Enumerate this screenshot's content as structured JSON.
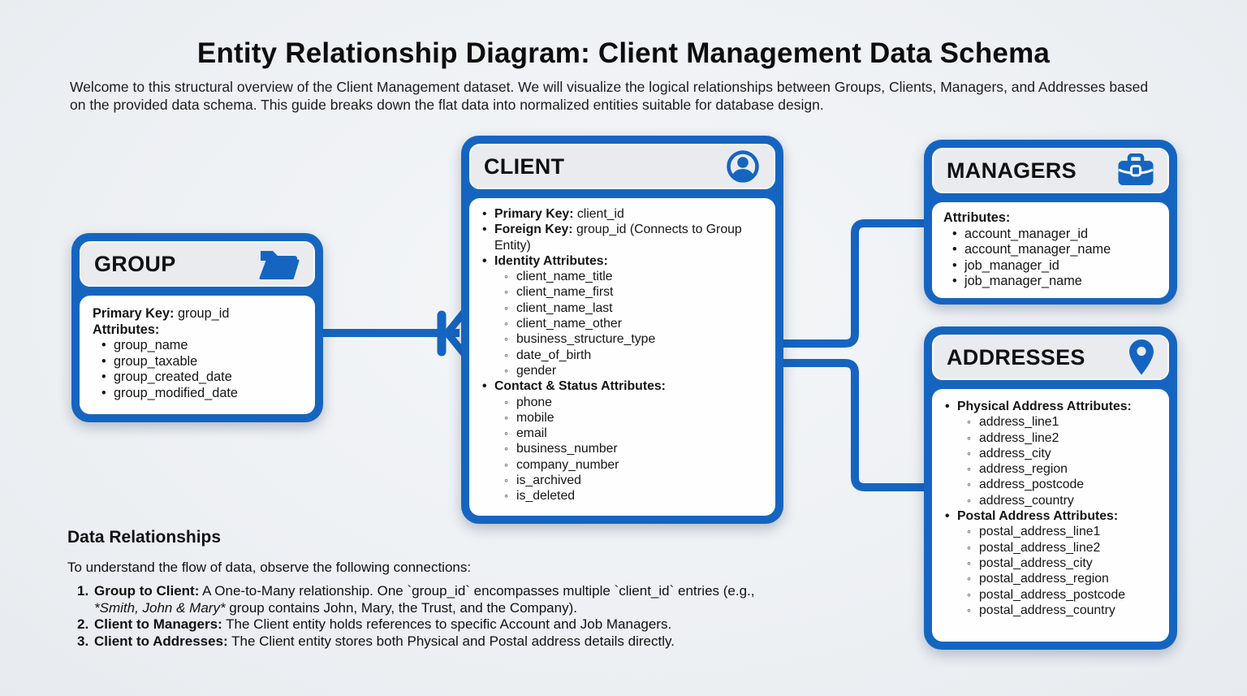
{
  "colors": {
    "accent_blue": "#1565C0",
    "header_fill": "#E9EBEF",
    "panel_fill": "#FEFEFE",
    "background": "#EEF1F4",
    "text": "#111111"
  },
  "page": {
    "title": "Entity Relationship Diagram: Client Management Data Schema",
    "intro": "Welcome to this structural overview of the Client Management dataset. We will visualize the logical relationships between Groups, Clients, Managers, and Addresses based on the provided data schema. This guide breaks down the flat data into normalized entities suitable for database design."
  },
  "entities": {
    "group": {
      "title": "GROUP",
      "icon": "folder-open-icon",
      "primary_key_label": "Primary Key:",
      "primary_key_value": "group_id",
      "attributes_label": "Attributes:",
      "attributes": [
        "group_name",
        "group_taxable",
        "group_created_date",
        "group_modified_date"
      ]
    },
    "client": {
      "title": "CLIENT",
      "icon": "account-circle-icon",
      "primary_key_label": "Primary Key:",
      "primary_key_value": "client_id",
      "foreign_key_label": "Foreign Key:",
      "foreign_key_value": "group_id (Connects to Group Entity)",
      "identity_label": "Identity Attributes:",
      "identity_attributes": [
        "client_name_title",
        "client_name_first",
        "client_name_last",
        "client_name_other",
        "business_structure_type",
        "date_of_birth",
        "gender"
      ],
      "contact_label": "Contact & Status Attributes:",
      "contact_attributes": [
        "phone",
        "mobile",
        "email",
        "business_number",
        "company_number",
        "is_archived",
        "is_deleted"
      ]
    },
    "managers": {
      "title": "MANAGERS",
      "icon": "briefcase-icon",
      "attributes_label": "Attributes:",
      "attributes": [
        "account_manager_id",
        "account_manager_name",
        "job_manager_id",
        "job_manager_name"
      ]
    },
    "addresses": {
      "title": "ADDRESSES",
      "icon": "location-pin-icon",
      "physical_label": "Physical Address Attributes:",
      "physical_attributes": [
        "address_line1",
        "address_line2",
        "address_city",
        "address_region",
        "address_postcode",
        "address_country"
      ],
      "postal_label": "Postal Address Attributes:",
      "postal_attributes": [
        "postal_address_line1",
        "postal_address_line2",
        "postal_address_city",
        "postal_address_region",
        "postal_address_postcode",
        "postal_address_country"
      ]
    }
  },
  "relationships": {
    "heading": "Data Relationships",
    "intro": "To understand the flow of data, observe the following connections:",
    "items": [
      {
        "num": "1.",
        "label": "Group to Client:",
        "pre": " A One-to-Many relationship. One `group_id` encompasses multiple `client_id` entries (e.g., ",
        "italic": "*Smith, John & Mary*",
        "post": " group contains John, Mary, the Trust, and the Company)."
      },
      {
        "num": "2.",
        "label": "Client to Managers:",
        "pre": " The Client entity holds references to specific Account and Job Managers.",
        "italic": "",
        "post": ""
      },
      {
        "num": "3.",
        "label": "Client to Addresses:",
        "pre": " The Client entity stores both Physical and Postal address details directly.",
        "italic": "",
        "post": ""
      }
    ]
  }
}
